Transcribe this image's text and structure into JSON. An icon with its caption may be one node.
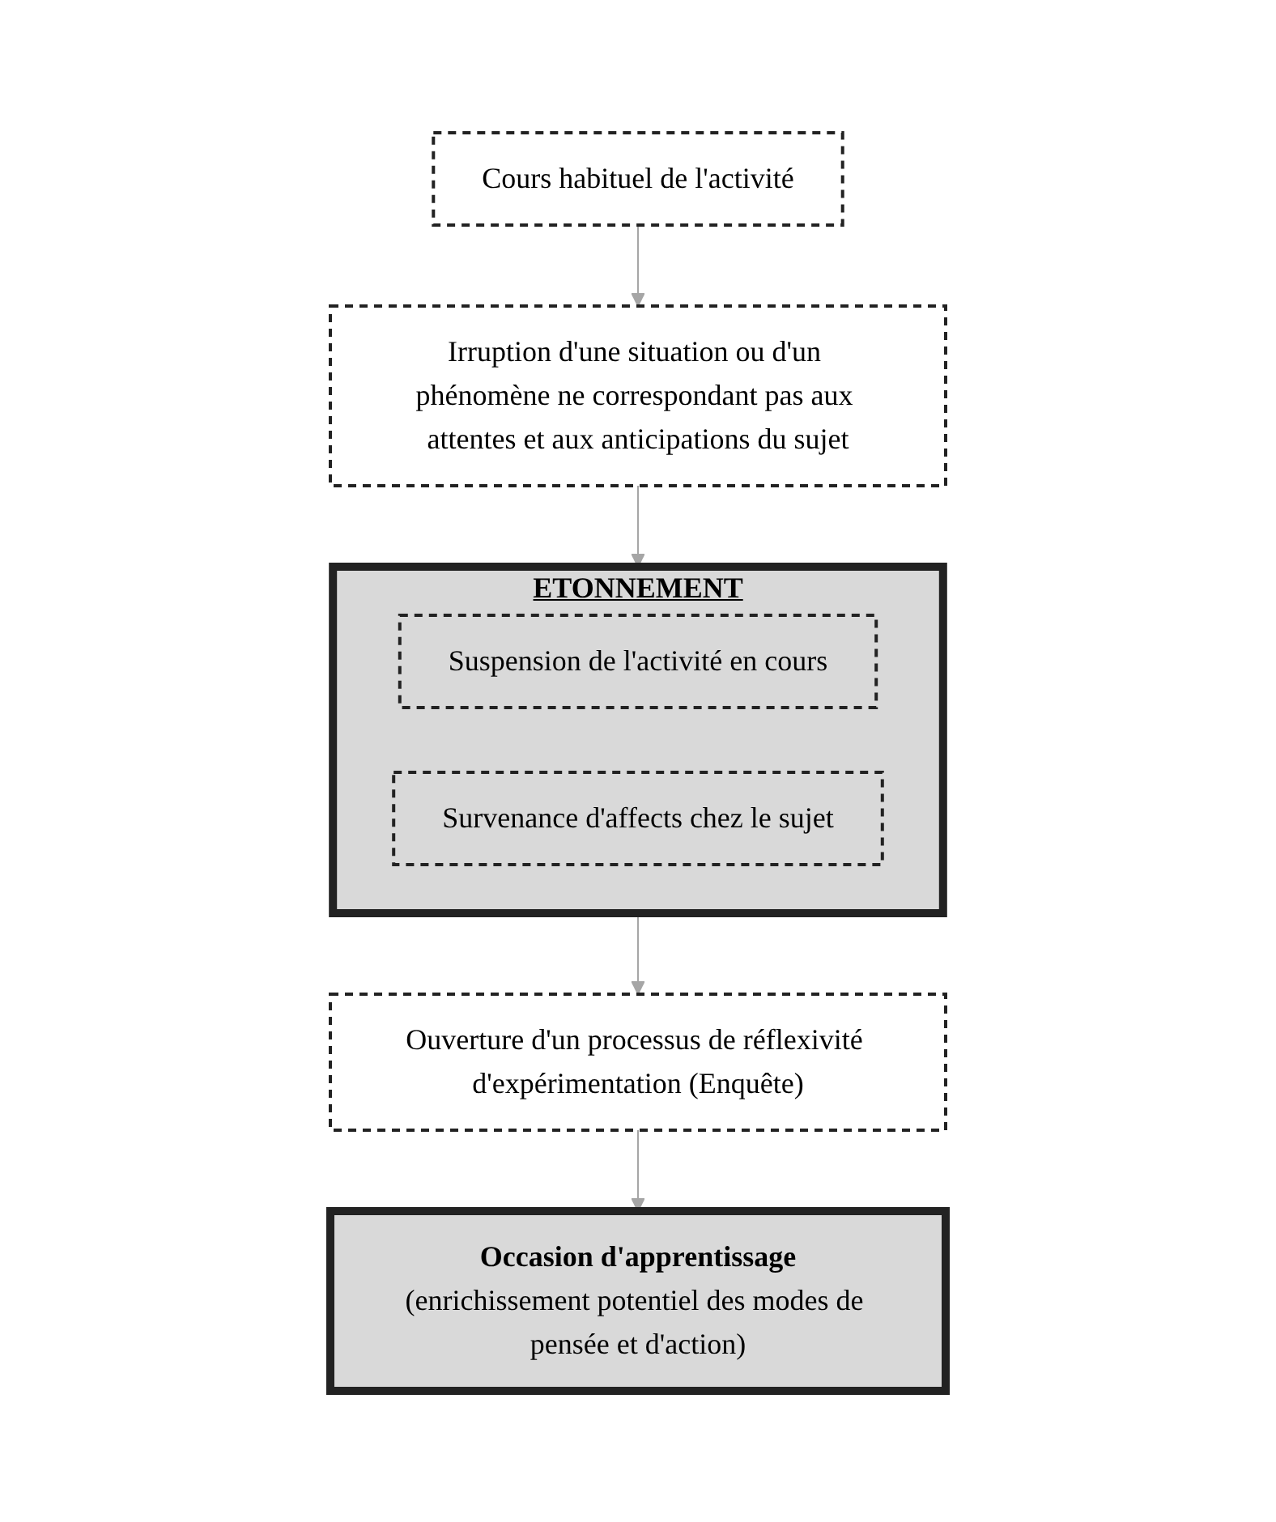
{
  "diagram": {
    "nodes": [
      {
        "text": [
          "Cours habituel de l'activité"
        ]
      },
      {
        "text": [
          "Irruption d'une situation ou d'un phénomène ne correspondant pas aux attentes et aux anticipations du sujet"
        ]
      },
      {
        "text": [
          "ETONNEMENT"
        ]
      },
      {
        "text": [
          "Suspension de l'activité en cours"
        ],
        "in": 2
      },
      {
        "text": [
          "Survenance d'affects chez le sujet"
        ],
        "in": 2
      },
      {
        "text": [
          "Ouverture d'un processus de réflexivité d'expérimentation (Enquête)"
        ]
      },
      {
        "text": [
          "Occasion d'apprentissage",
          "(enrichissement potentiel des modes de pensée et d'action)"
        ]
      }
    ],
    "edges": [
      {
        "from": 0,
        "to": 1,
        "arrow": "to"
      },
      {
        "from": 1,
        "to": 2,
        "arrow": "to"
      },
      {
        "from": 2,
        "to": 5,
        "arrow": "to"
      },
      {
        "from": 5,
        "to": 6,
        "arrow": "to"
      }
    ]
  }
}
